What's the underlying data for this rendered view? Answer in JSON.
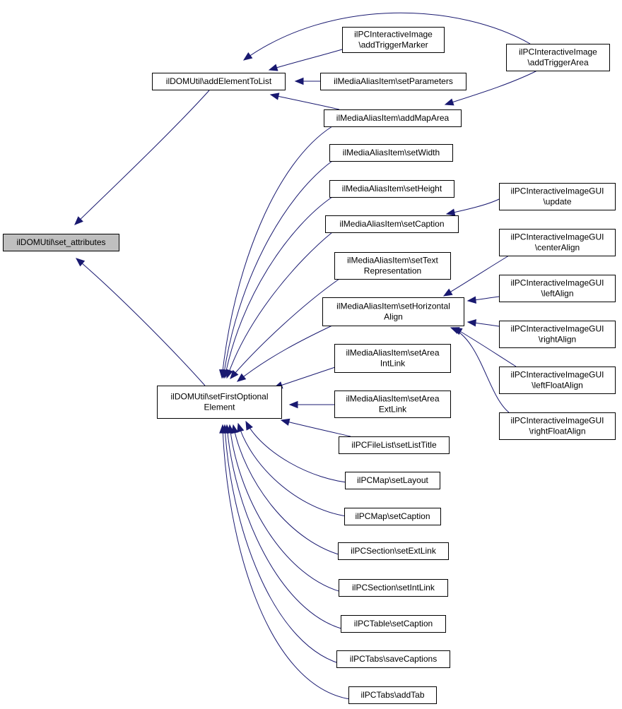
{
  "diagram": {
    "type": "caller-graph",
    "colors": {
      "edge": "#191970",
      "root_fill": "#bfbfbf",
      "node_fill": "#ffffff",
      "border": "#000000"
    },
    "nodes": [
      {
        "id": "set_attributes",
        "lines": [
          "ilDOMUtil\\set_attributes"
        ],
        "root": true
      },
      {
        "id": "addElementToList",
        "lines": [
          "ilDOMUtil\\addElementToList"
        ]
      },
      {
        "id": "setFirstOptionalElement",
        "lines": [
          "ilDOMUtil\\setFirstOptional",
          "Element"
        ]
      },
      {
        "id": "pcii_addTriggerMarker",
        "lines": [
          "ilPCInteractiveImage",
          "\\addTriggerMarker"
        ]
      },
      {
        "id": "mai_setParameters",
        "lines": [
          "ilMediaAliasItem\\setParameters"
        ]
      },
      {
        "id": "mai_addMapArea",
        "lines": [
          "ilMediaAliasItem\\addMapArea"
        ]
      },
      {
        "id": "pcii_addTriggerArea",
        "lines": [
          "ilPCInteractiveImage",
          "\\addTriggerArea"
        ]
      },
      {
        "id": "mai_setWidth",
        "lines": [
          "ilMediaAliasItem\\setWidth"
        ]
      },
      {
        "id": "mai_setHeight",
        "lines": [
          "ilMediaAliasItem\\setHeight"
        ]
      },
      {
        "id": "mai_setCaption",
        "lines": [
          "ilMediaAliasItem\\setCaption"
        ]
      },
      {
        "id": "gui_update",
        "lines": [
          "ilPCInteractiveImageGUI",
          "\\update"
        ]
      },
      {
        "id": "mai_setTextRep",
        "lines": [
          "ilMediaAliasItem\\setText",
          "Representation"
        ]
      },
      {
        "id": "mai_setHorizontalAlign",
        "lines": [
          "ilMediaAliasItem\\setHorizontal",
          "Align"
        ]
      },
      {
        "id": "gui_centerAlign",
        "lines": [
          "ilPCInteractiveImageGUI",
          "\\centerAlign"
        ]
      },
      {
        "id": "gui_leftAlign",
        "lines": [
          "ilPCInteractiveImageGUI",
          "\\leftAlign"
        ]
      },
      {
        "id": "gui_rightAlign",
        "lines": [
          "ilPCInteractiveImageGUI",
          "\\rightAlign"
        ]
      },
      {
        "id": "gui_leftFloatAlign",
        "lines": [
          "ilPCInteractiveImageGUI",
          "\\leftFloatAlign"
        ]
      },
      {
        "id": "gui_rightFloatAlign",
        "lines": [
          "ilPCInteractiveImageGUI",
          "\\rightFloatAlign"
        ]
      },
      {
        "id": "mai_setAreaIntLink",
        "lines": [
          "ilMediaAliasItem\\setArea",
          "IntLink"
        ]
      },
      {
        "id": "mai_setAreaExtLink",
        "lines": [
          "ilMediaAliasItem\\setArea",
          "ExtLink"
        ]
      },
      {
        "id": "pcfl_setListTitle",
        "lines": [
          "ilPCFileList\\setListTitle"
        ]
      },
      {
        "id": "pcmap_setLayout",
        "lines": [
          "ilPCMap\\setLayout"
        ]
      },
      {
        "id": "pcmap_setCaption",
        "lines": [
          "ilPCMap\\setCaption"
        ]
      },
      {
        "id": "pcsec_setExtLink",
        "lines": [
          "ilPCSection\\setExtLink"
        ]
      },
      {
        "id": "pcsec_setIntLink",
        "lines": [
          "ilPCSection\\setIntLink"
        ]
      },
      {
        "id": "pctable_setCaption",
        "lines": [
          "ilPCTable\\setCaption"
        ]
      },
      {
        "id": "pctabs_saveCaptions",
        "lines": [
          "ilPCTabs\\saveCaptions"
        ]
      },
      {
        "id": "pctabs_addTab",
        "lines": [
          "ilPCTabs\\addTab"
        ]
      }
    ],
    "edges": [
      {
        "from": "addElementToList",
        "to": "set_attributes"
      },
      {
        "from": "setFirstOptionalElement",
        "to": "set_attributes"
      },
      {
        "from": "pcii_addTriggerMarker",
        "to": "addElementToList"
      },
      {
        "from": "mai_setParameters",
        "to": "addElementToList"
      },
      {
        "from": "mai_addMapArea",
        "to": "addElementToList"
      },
      {
        "from": "pcii_addTriggerArea",
        "to": "addElementToList"
      },
      {
        "from": "pcii_addTriggerArea",
        "to": "mai_addMapArea"
      },
      {
        "from": "mai_addMapArea",
        "to": "setFirstOptionalElement"
      },
      {
        "from": "mai_setWidth",
        "to": "setFirstOptionalElement"
      },
      {
        "from": "mai_setHeight",
        "to": "setFirstOptionalElement"
      },
      {
        "from": "mai_setCaption",
        "to": "setFirstOptionalElement"
      },
      {
        "from": "gui_update",
        "to": "mai_setCaption"
      },
      {
        "from": "mai_setTextRep",
        "to": "setFirstOptionalElement"
      },
      {
        "from": "mai_setHorizontalAlign",
        "to": "setFirstOptionalElement"
      },
      {
        "from": "gui_centerAlign",
        "to": "mai_setHorizontalAlign"
      },
      {
        "from": "gui_leftAlign",
        "to": "mai_setHorizontalAlign"
      },
      {
        "from": "gui_rightAlign",
        "to": "mai_setHorizontalAlign"
      },
      {
        "from": "gui_leftFloatAlign",
        "to": "mai_setHorizontalAlign"
      },
      {
        "from": "gui_rightFloatAlign",
        "to": "mai_setHorizontalAlign"
      },
      {
        "from": "mai_setAreaIntLink",
        "to": "setFirstOptionalElement"
      },
      {
        "from": "mai_setAreaExtLink",
        "to": "setFirstOptionalElement"
      },
      {
        "from": "pcfl_setListTitle",
        "to": "setFirstOptionalElement"
      },
      {
        "from": "pcmap_setLayout",
        "to": "setFirstOptionalElement"
      },
      {
        "from": "pcmap_setCaption",
        "to": "setFirstOptionalElement"
      },
      {
        "from": "pcsec_setExtLink",
        "to": "setFirstOptionalElement"
      },
      {
        "from": "pcsec_setIntLink",
        "to": "setFirstOptionalElement"
      },
      {
        "from": "pctable_setCaption",
        "to": "setFirstOptionalElement"
      },
      {
        "from": "pctabs_saveCaptions",
        "to": "setFirstOptionalElement"
      },
      {
        "from": "pctabs_addTab",
        "to": "setFirstOptionalElement"
      }
    ]
  }
}
